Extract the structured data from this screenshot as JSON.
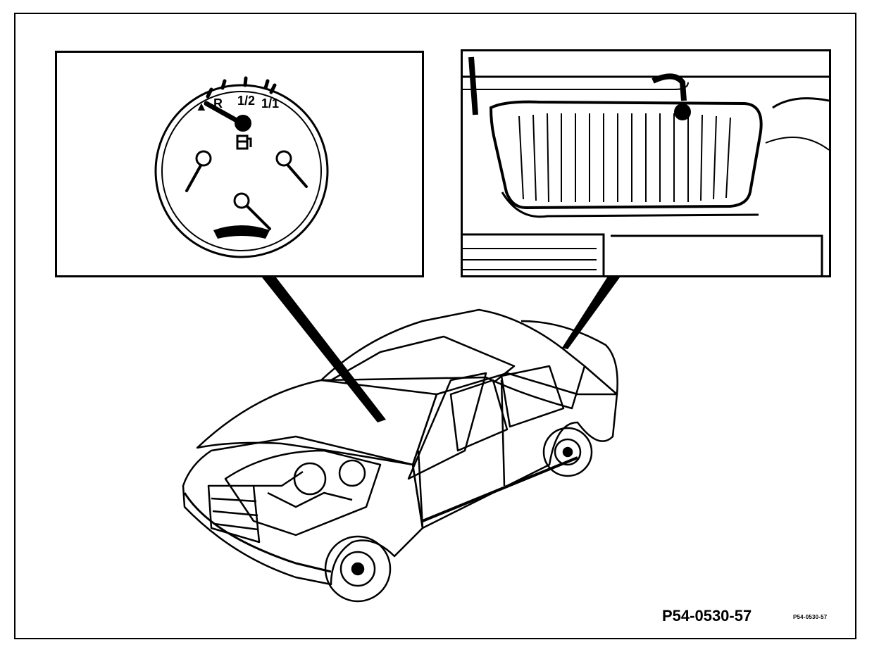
{
  "figure": {
    "code_main": "P54-0530-57",
    "code_small": "P54-0530-57"
  },
  "gauge": {
    "mark_reserve": "R",
    "mark_half": "1/2",
    "mark_full": "1/1"
  },
  "colors": {
    "ink": "#000000",
    "paper": "#ffffff"
  },
  "icons": [
    "fuel-pump-icon"
  ]
}
